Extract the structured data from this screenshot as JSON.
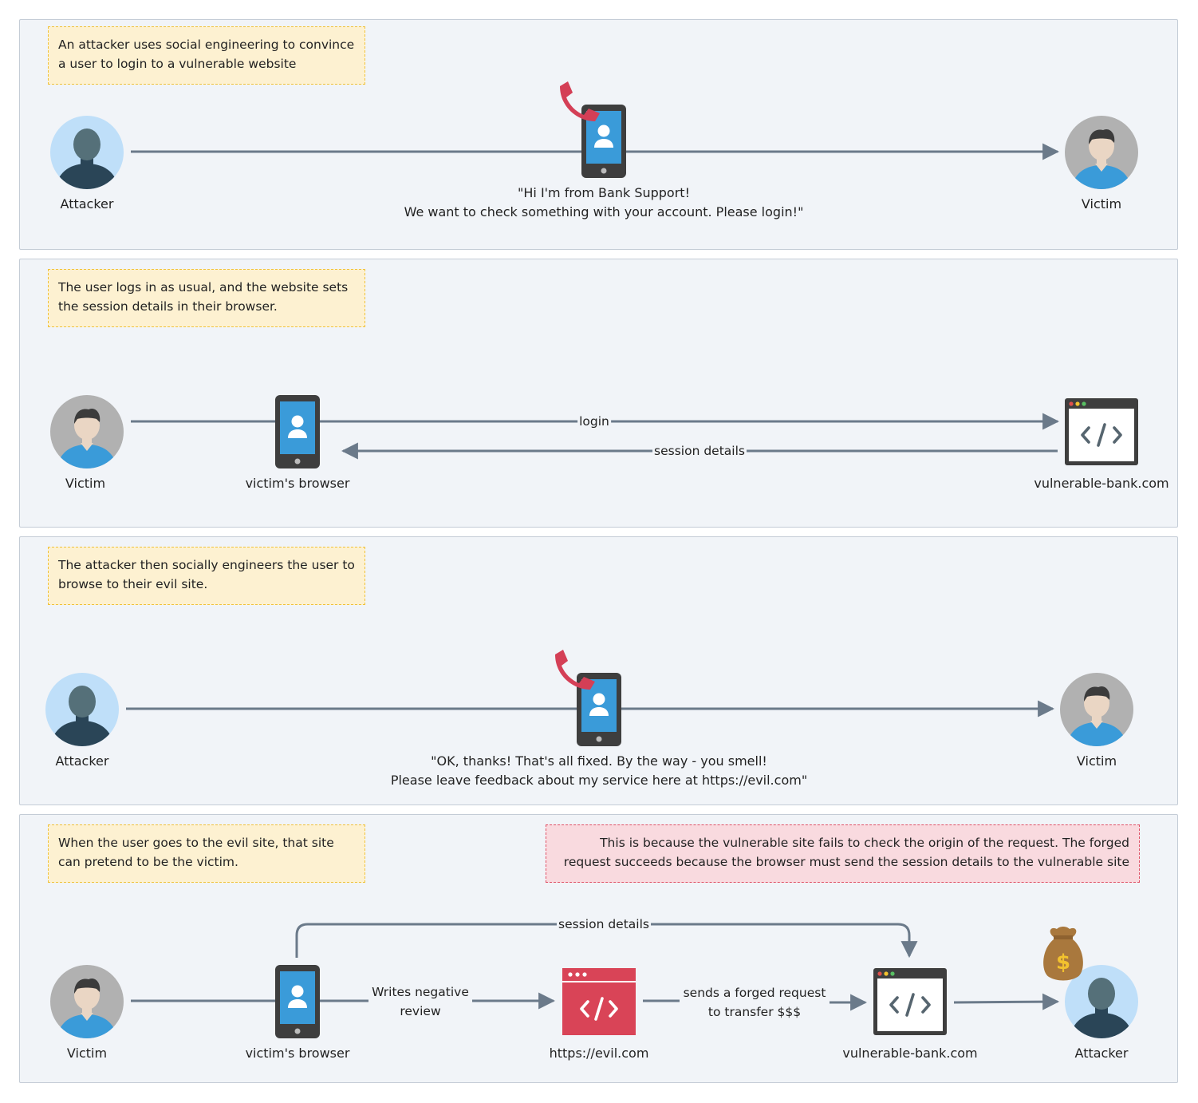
{
  "panels": [
    {
      "note": "An attacker uses social engineering to convince a user to login to a vulnerable website",
      "left_label": "Attacker",
      "right_label": "Victim",
      "caption_line1": "\"Hi I'm from Bank Support!",
      "caption_line2": "We want to check something with your account. Please login!\""
    },
    {
      "note": "The user logs in as usual, and the website sets the session details in their browser.",
      "left_label": "Victim",
      "browser_label": "victim's browser",
      "site_label": "vulnerable-bank.com",
      "edge_login": "login",
      "edge_session": "session details"
    },
    {
      "note": "The attacker then socially engineers the user to browse to their evil site.",
      "left_label": "Attacker",
      "right_label": "Victim",
      "caption_line1": "\"OK, thanks! That's all fixed. By the way - you smell!",
      "caption_line2": "Please leave feedback about my service here at https://evil.com\""
    },
    {
      "note": "When the user goes to the evil site, that site can pretend to be the victim.",
      "warning": "This is because the vulnerable site fails to check the origin of the request. The forged request succeeds because the browser must send the session details to the vulnerable site",
      "victim_label": "Victim",
      "browser_label": "victim's browser",
      "evil_label": "https://evil.com",
      "bank_label": "vulnerable-bank.com",
      "attacker_label": "Attacker",
      "edge_session": "session details",
      "edge_review_1": "Writes negative",
      "edge_review_2": "review",
      "edge_forged_1": "sends a forged request",
      "edge_forged_2": "to transfer $$$"
    }
  ],
  "colors": {
    "panel_bg": "#f1f4f8",
    "edge": "#6b7a8a",
    "note_yellow": "#fdf1d1",
    "note_red": "#f9dadf",
    "evil_site": "#d94457",
    "phone_screen": "#3a9bd9",
    "handset": "#d43f56"
  },
  "icons": [
    "attacker-avatar-icon",
    "victim-avatar-icon",
    "phone-icon",
    "handset-icon",
    "browser-code-icon",
    "money-bag-icon"
  ]
}
